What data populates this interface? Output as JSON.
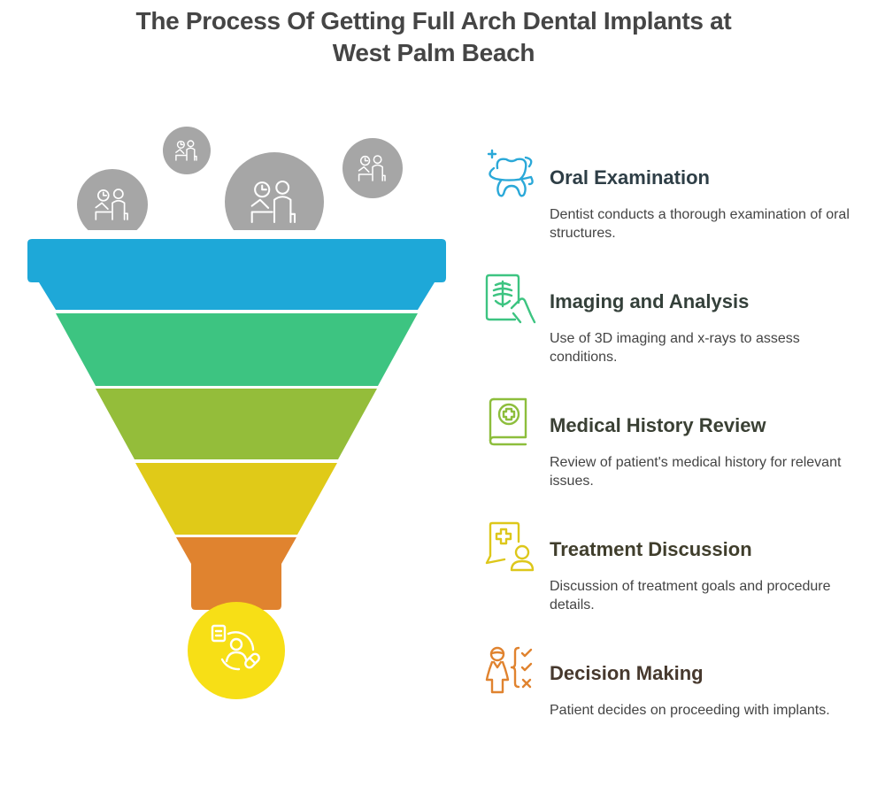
{
  "title": {
    "line1": "The Process Of Getting Full Arch Dental Implants at",
    "line2": "West Palm Beach"
  },
  "funnel": {
    "top_icons": [
      "patient-consultation-icon",
      "patient-consultation-icon",
      "patient-consultation-icon",
      "patient-consultation-icon"
    ],
    "layers": [
      {
        "name": "oral-examination",
        "color": "#1EA8D8"
      },
      {
        "name": "imaging-and-analysis",
        "color": "#3DC481"
      },
      {
        "name": "medical-history-review",
        "color": "#94BD3A"
      },
      {
        "name": "treatment-discussion",
        "color": "#E0CA18"
      },
      {
        "name": "decision-making",
        "color": "#E0832F"
      }
    ],
    "outlet": {
      "color": "#F7DF16",
      "icon": "patient-records-medication-icon"
    }
  },
  "steps": [
    {
      "heading": "Oral Examination",
      "description": "Dentist conducts a thorough examination of oral structures.",
      "icon": "tooth-icon",
      "color": "#2AA8D8",
      "heading_color": "#2E3E46"
    },
    {
      "heading": "Imaging and Analysis",
      "description": "Use of 3D imaging and x-rays to assess conditions.",
      "icon": "xray-scan-icon",
      "color": "#3DC481",
      "heading_color": "#34403A"
    },
    {
      "heading": "Medical History Review",
      "description": "Review of patient's medical history for relevant issues.",
      "icon": "medical-book-icon",
      "color": "#8DBE3C",
      "heading_color": "#3A4034"
    },
    {
      "heading": "Treatment Discussion",
      "description": "Discussion of treatment goals and procedure details.",
      "icon": "medical-chat-icon",
      "color": "#DDC71A",
      "heading_color": "#403E2C"
    },
    {
      "heading": "Decision Making",
      "description": "Patient decides on proceeding with implants.",
      "icon": "decision-checklist-icon",
      "color": "#E0832F",
      "heading_color": "#47392E"
    }
  ]
}
